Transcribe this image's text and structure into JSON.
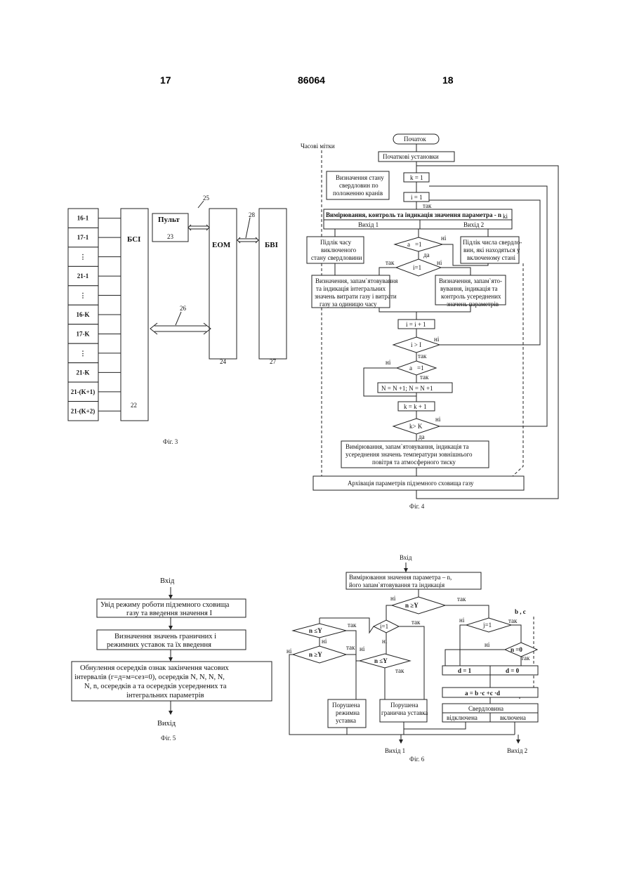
{
  "header": {
    "left": "17",
    "center": "86064",
    "right": "18"
  },
  "fig3": {
    "caption": "Фіг. 3",
    "left_blocks": [
      "16-1",
      "17-1",
      "⋮",
      "21-1",
      "⋮",
      "16-K",
      "17-K",
      "⋮",
      "21-K",
      "21-(K+1)",
      "21-(K+2)"
    ],
    "bsi": "БСІ",
    "bsi_num": "22",
    "pult": "Пульт",
    "pult_num": "23",
    "eom": "ЕОМ",
    "eom_num": "24",
    "bvi": "БВІ",
    "bvi_num": "27",
    "link_25": "25",
    "link_26": "26",
    "link_28": "28"
  },
  "fig4": {
    "caption": "Фіг. 4",
    "time_marks": "Часові мітки",
    "start": "Початок",
    "init": "Початкові установки",
    "state": [
      "Визначення стану",
      "свердловин по",
      "положенню кранів"
    ],
    "k1": "k = 1",
    "i1": "i = 1",
    "measure": "Вимірювання, контроль та індикація значення параметра - n",
    "measure_sub": "ki",
    "out1": "Вихід 1",
    "out2": "Вихід 2",
    "count_time": [
      "Підлік часу",
      "виключеного",
      "стану свердловини"
    ],
    "count_wells": [
      "Підлік числа свердло-",
      "вин, які находяться у",
      "включеному стані"
    ],
    "cond_a": "a",
    "cond_a_rest": "=1",
    "cond_i1": "i=1",
    "yes_tak": "так",
    "no_ni": "ні",
    "yes_da": "да",
    "integral": [
      "Визначення, запам`ятовування",
      "та індикація інтегральних",
      "значень витрати газу і витрати",
      "газу за одиницю часу"
    ],
    "averaged": [
      "Визначення, запам`ято-",
      "вування, індикація та",
      "контроль усереднених",
      "значень параметрів"
    ],
    "i_inc": "i = i + 1",
    "i_gt": "i > I",
    "ak1": "a",
    "ak1_rest": "=1",
    "n_update": "N = N +1;  N = N +1",
    "k_inc": "k = k + 1",
    "k_gt": "k> K",
    "temp": [
      "Вимірювання, запам`ятовування, індикація та",
      "усереднення значень температури зовнішнього",
      "повітря та атмосферного тиску"
    ],
    "archive": "Архівація параметрів підземного сховища газу"
  },
  "fig5": {
    "caption": "Фіг. 5",
    "input": "Вхід",
    "output": "Вихід",
    "b1": [
      "Увід режиму роботи підземного сховища",
      "газу та введення значення I"
    ],
    "b2": [
      "Визначення значень граничних і",
      "режимних уставок та їх введення"
    ],
    "b3": [
      "Обнулення осередків ознак закінчення часових",
      "інтервалів (г=д=м=сез=0), осередків  N, N, N, N,",
      "N, n, осередків a та осередків усереднених та",
      "інтегральних  параметрів"
    ]
  },
  "fig6": {
    "caption": "Фіг. 6",
    "input": "Вхід",
    "measure": [
      "Вимірювання значення параметра – n,",
      "його запам`ятовування  та індикація"
    ],
    "c1": "n ≥Y",
    "c_i1": "i=1",
    "c_j1": "j=1",
    "c_n0": "n =0",
    "c_left1": "n ≤Y",
    "c_left2": "n ≥Y",
    "c_mid": "n ≤Y",
    "d1": "d = 1",
    "d0": "d = 0",
    "bk_ck": "b , c",
    "ak_formula": "a = b ·c +c ·d",
    "well": "Свердловина",
    "well_off": "відключена",
    "well_on": "включена",
    "viol_mode": [
      "Порушена",
      "режимна",
      "уставка"
    ],
    "viol_limit": [
      "Порушена",
      "гранична уставка"
    ],
    "yes": "так",
    "no": "ні",
    "out1": "Вихід 1",
    "out2": "Вихід 2"
  }
}
